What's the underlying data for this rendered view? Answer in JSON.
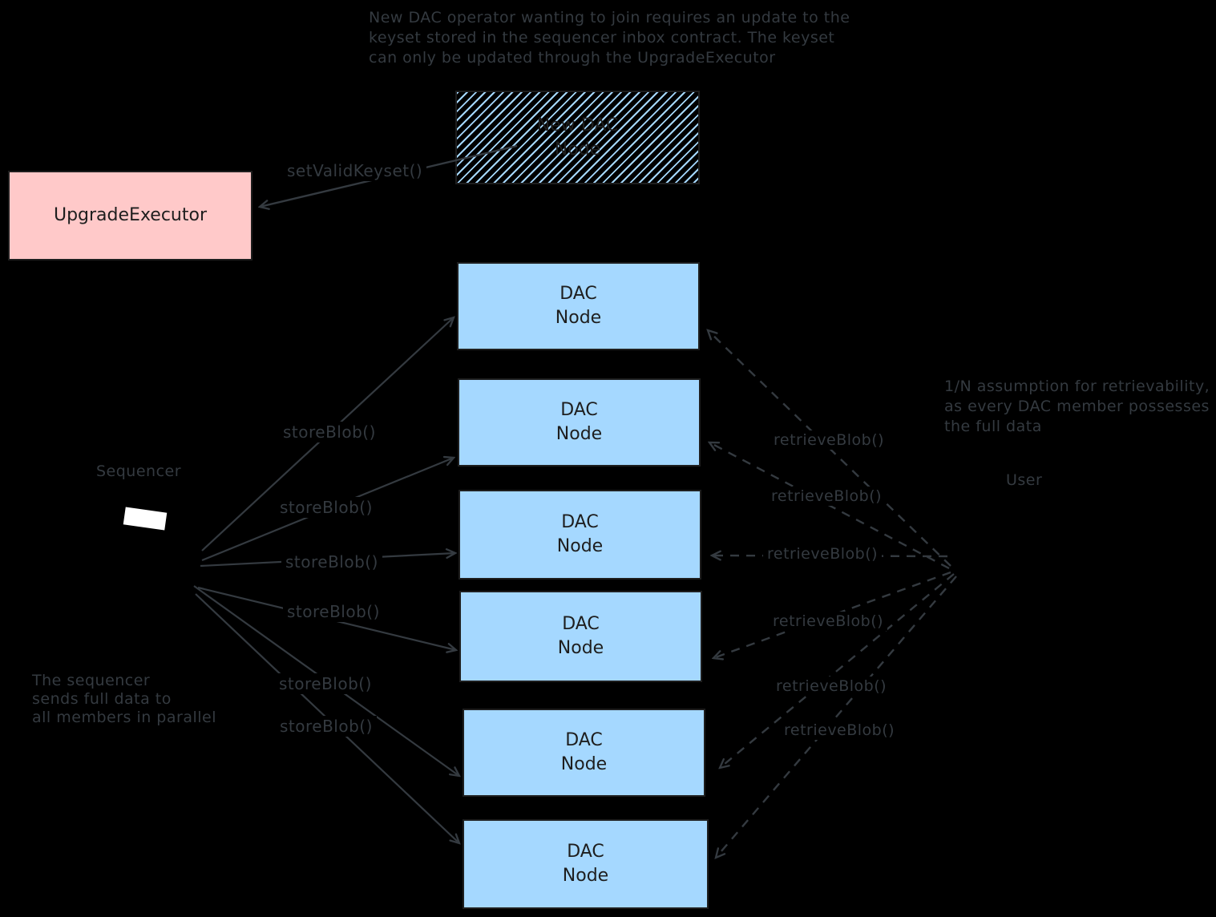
{
  "colors": {
    "background": "#000000",
    "annotation_text": "#343a40",
    "box_text": "#1e1e1e",
    "box_border": "#1e1e1e",
    "dac_node_fill": "#a5d8ff",
    "hatch_stroke": "#a5d8ff",
    "upgrade_executor_fill": "#ffc9c9",
    "sequencer_screen": "#ffffff"
  },
  "notes": {
    "keyset": [
      "New DAC operator wanting to join requires an update to the",
      "keyset stored in the sequencer inbox contract. The keyset",
      "can only be updated through the UpgradeExecutor"
    ],
    "retrievability": [
      "1/N assumption for retrievability,",
      "as every DAC member possesses",
      "the full data"
    ],
    "sequencer_broadcast": [
      "The sequencer",
      "sends full data to",
      "all members in parallel"
    ]
  },
  "boxes": {
    "new_dac_node": {
      "line1": "New DAC",
      "line2": "Node"
    },
    "upgrade_executor": {
      "label": "UpgradeExecutor"
    },
    "dac_nodes": [
      {
        "line1": "DAC",
        "line2": "Node"
      },
      {
        "line1": "DAC",
        "line2": "Node"
      },
      {
        "line1": "DAC",
        "line2": "Node"
      },
      {
        "line1": "DAC",
        "line2": "Node"
      },
      {
        "line1": "DAC",
        "line2": "Node"
      },
      {
        "line1": "DAC",
        "line2": "Node"
      }
    ]
  },
  "labels": {
    "sequencer": "Sequencer",
    "user": "User",
    "set_valid_keyset": "setValidKeyset()",
    "store_calls": [
      "storeBlob()",
      "storeBlob()",
      "storeBlob()",
      "storeBlob()",
      "storeBlob()",
      "storeBlob()"
    ],
    "retrieve_calls": [
      "retrieveBlob()",
      "retrieveBlob()",
      "retrieveBlob()",
      "retrieveBlob()",
      "retrieveBlob()",
      "retrieveBlob()"
    ]
  }
}
